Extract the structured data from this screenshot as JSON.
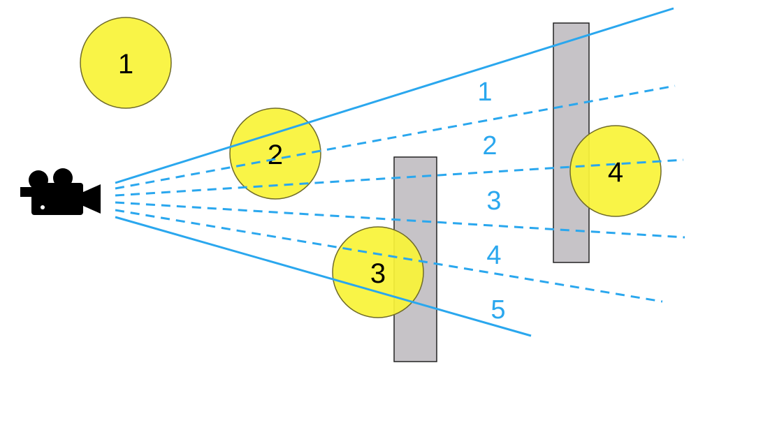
{
  "colors": {
    "background": "#ffffff",
    "ray": "#2aa7ee",
    "circle_fill": "#f9f339",
    "circle_stroke": "#6f6b2a",
    "wall_fill": "#c6c3c7",
    "wall_stroke": "#222222",
    "camera": "#000000"
  },
  "camera": {
    "icon": "video-camera-icon"
  },
  "circles": [
    {
      "id": "circle-1",
      "label": "1"
    },
    {
      "id": "circle-2",
      "label": "2"
    },
    {
      "id": "circle-3",
      "label": "3"
    },
    {
      "id": "circle-4",
      "label": "4"
    }
  ],
  "walls": [
    {
      "id": "wall-near"
    },
    {
      "id": "wall-far"
    }
  ],
  "rays": {
    "boundary": [
      {
        "id": "boundary-top",
        "style": "solid"
      },
      {
        "id": "boundary-bottom",
        "style": "solid"
      }
    ],
    "samples": [
      {
        "id": "ray-1",
        "style": "dashed"
      },
      {
        "id": "ray-2",
        "style": "dashed"
      },
      {
        "id": "ray-3",
        "style": "dashed"
      },
      {
        "id": "ray-4",
        "style": "dashed"
      }
    ]
  },
  "ray_labels": [
    "1",
    "2",
    "3",
    "4",
    "5"
  ]
}
